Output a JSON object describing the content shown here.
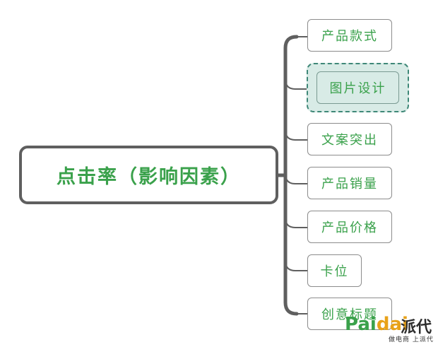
{
  "root": {
    "label": "点击率（影响因素）"
  },
  "branches": [
    {
      "label": "产品款式"
    },
    {
      "label": "图片设计",
      "selected": true
    },
    {
      "label": "文案突出"
    },
    {
      "label": "产品销量"
    },
    {
      "label": "产品价格"
    },
    {
      "label": "卡位"
    },
    {
      "label": "创意标题"
    }
  ],
  "watermark": {
    "logo_green": "Pai",
    "logo_yellow": "dai",
    "logo_cn": "派代",
    "tagline": "做电商 上派代"
  },
  "colors": {
    "text_green": "#3aa14b",
    "connector": "#5f5f5f",
    "selected_fill": "#d8ebe6",
    "selected_border": "#3f8878"
  }
}
